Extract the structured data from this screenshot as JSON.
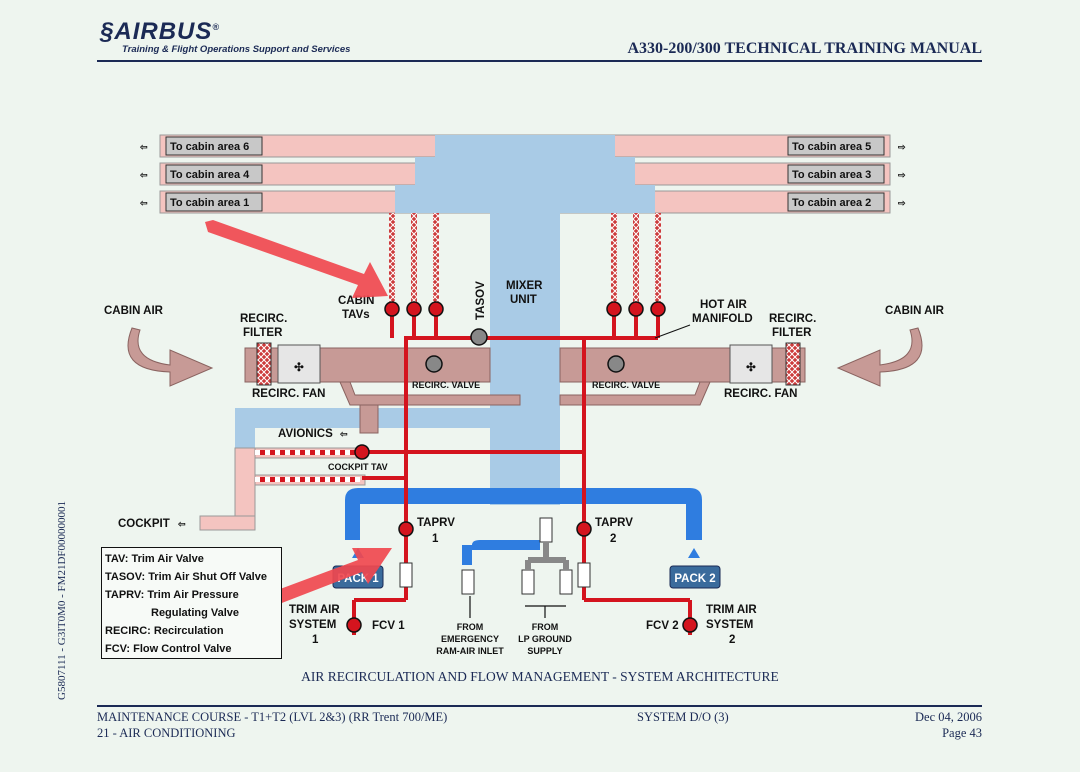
{
  "header": {
    "logo_text": "AIRBUS",
    "logo_reg": "®",
    "logo_subtitle": "Training & Flight Operations Support and Services",
    "manual_title": "A330-200/300 TECHNICAL TRAINING MANUAL"
  },
  "side_code": "G5807111 - G3IT0M0 - FM21DF000000001",
  "diagram": {
    "cabin_areas_left": [
      "To cabin area 6",
      "To cabin area 4",
      "To cabin area 1"
    ],
    "cabin_areas_right": [
      "To cabin area 5",
      "To cabin area 3",
      "To cabin area 2"
    ],
    "cabin_air": "CABIN AIR",
    "recirc_filter_1": "RECIRC.",
    "recirc_filter_2": "FILTER",
    "recirc_fan": "RECIRC. FAN",
    "recirc_valve": "RECIRC. VALVE",
    "cabin_tavs_1": "CABIN",
    "cabin_tavs_2": "TAVs",
    "tasov": "TASOV",
    "mixer_unit_1": "MIXER",
    "mixer_unit_2": "UNIT",
    "hot_air_manifold_1": "HOT AIR",
    "hot_air_manifold_2": "MANIFOLD",
    "avionics": "AVIONICS",
    "cockpit_tav": "COCKPIT TAV",
    "cockpit": "COCKPIT",
    "taprv": "TAPRV",
    "taprv_1_num": "1",
    "taprv_2_num": "2",
    "pack_1": "PACK 1",
    "pack_2": "PACK 2",
    "trim_air_system": [
      "TRIM AIR",
      "SYSTEM"
    ],
    "trim_1_num": "1",
    "trim_2_num": "2",
    "fcv_1": "FCV 1",
    "fcv_2": "FCV 2",
    "from_emergency": [
      "FROM",
      "EMERGENCY",
      "RAM-AIR INLET"
    ],
    "from_lp_ground": [
      "FROM",
      "LP GROUND",
      "SUPPLY"
    ]
  },
  "legend": [
    "TAV: Trim Air Valve",
    "TASOV: Trim Air Shut Off Valve",
    "TAPRV: Trim Air Pressure",
    "Regulating Valve",
    "RECIRC: Recirculation",
    "FCV: Flow Control Valve"
  ],
  "caption": "AIR RECIRCULATION AND FLOW MANAGEMENT - SYSTEM ARCHITECTURE",
  "footer": {
    "course": "MAINTENANCE COURSE - T1+T2 (LVL 2&3) (RR Trent 700/ME)",
    "chapter": "21 - AIR CONDITIONING",
    "section": "SYSTEM D/O (3)",
    "date": "Dec 04, 2006",
    "page": "Page 43"
  },
  "colors": {
    "hot_air": "#d4141e",
    "mixed_air": "#a9cbe6",
    "cold_air": "#2f7de0",
    "recirc_air": "#c79a96",
    "cabin_duct": "#f4c4c0",
    "annotation_arrow": "#f0484f"
  }
}
